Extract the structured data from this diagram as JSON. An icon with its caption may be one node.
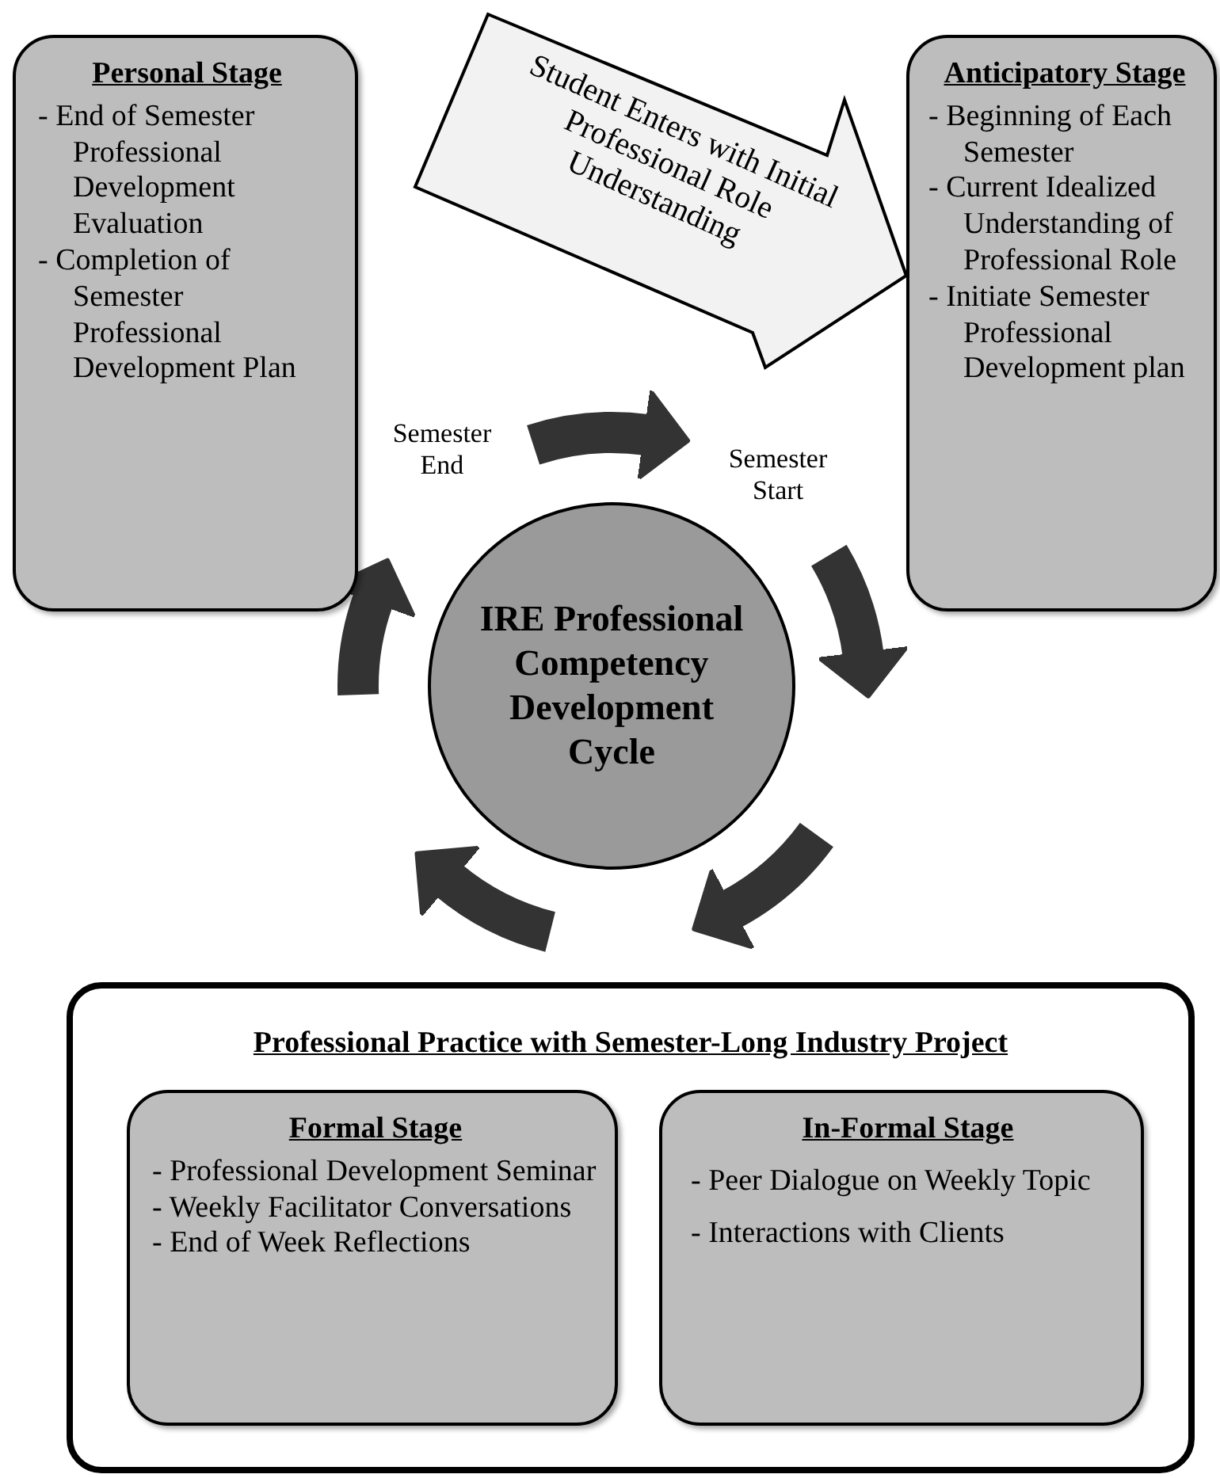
{
  "diagram": {
    "nodes": [
      {
        "text": [
          "Personal Stage",
          "- End of Semester Professional Development Evaluation",
          "- Completion of Semester Professional Development Plan"
        ]
      },
      {
        "text": [
          "Anticipatory Stage",
          "- Beginning of Each Semester",
          "- Current Idealized Understanding of Professional Role",
          "- Initiate Semester Professional Development plan"
        ]
      },
      {
        "text": [
          "IRE Professional Competency Development Cycle"
        ]
      },
      {
        "text": [
          "Professional Practice with Semester-Long Industry Project"
        ]
      },
      {
        "text": [
          "Formal Stage",
          "- Professional Development Seminar",
          "- Weekly Facilitator Conversations",
          "- End of Week Reflections"
        ],
        "in": 3
      },
      {
        "text": [
          "In-Formal Stage",
          "- Peer Dialogue on Weekly Topic",
          "- Interactions with Clients"
        ],
        "in": 3
      }
    ],
    "edges": [
      {
        "from": null,
        "to": 1,
        "arrow": "to",
        "label": "Student Enters with Initial Professional Role Understanding",
        "style": "thick"
      }
    ],
    "labels": [
      "Semester End",
      "Semester Start"
    ]
  }
}
